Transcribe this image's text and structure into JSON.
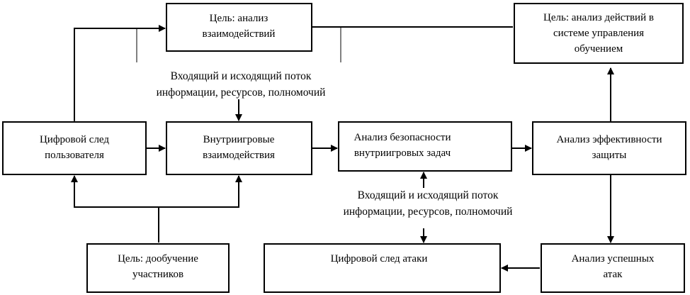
{
  "nodes": {
    "goal_interaction": [
      "Цель: анализ",
      "взаимодействий"
    ],
    "goal_learning": [
      "Цель: анализ действий в",
      "системе управления",
      "обучением"
    ],
    "digital_trace_user": [
      "Цифровой след",
      "пользователя"
    ],
    "ingame_interactions": [
      "Внутриигровые",
      "взаимодействия"
    ],
    "security_analysis": [
      "Анализ безопасности",
      "внутриигровых задач"
    ],
    "protection_efficiency": [
      "Анализ эффективности",
      "защиты"
    ],
    "goal_retraining": [
      "Цель: дообучение",
      "участников"
    ],
    "digital_trace_attack": [
      "Цифровой след атаки"
    ],
    "successful_attacks": [
      "Анализ успешных",
      "атак"
    ]
  },
  "flow_labels": {
    "top": [
      "Входящий и исходящий поток",
      "информации, ресурсов, полномочий"
    ],
    "bottom": [
      "Входящий и исходящий поток",
      "информации, ресурсов, полномочий"
    ]
  },
  "colors": {
    "stroke": "#000000",
    "background": "#ffffff"
  }
}
